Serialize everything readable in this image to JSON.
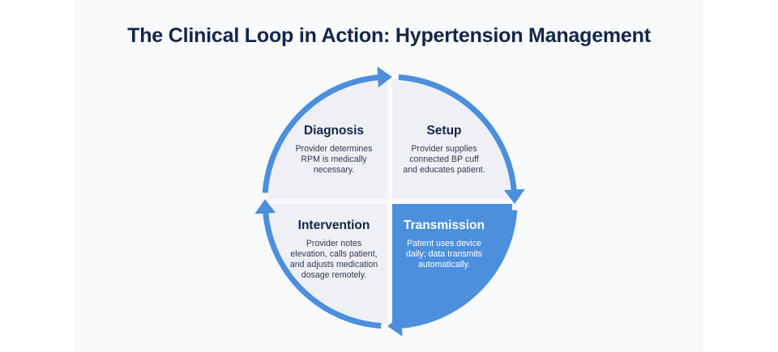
{
  "title": "The Clinical Loop in Action: Hypertension Management",
  "colors": {
    "background": "#ffffff",
    "card": "#f9fafb",
    "quadrant": "#eef0f5",
    "accent": "#4b8fdd",
    "title": "#14254a",
    "body_text": "#2d3a52"
  },
  "quadrants": [
    {
      "id": "diagnosis",
      "heading": "Diagnosis",
      "lines": [
        "Provider determines",
        "RPM is medically",
        "necessary."
      ],
      "highlighted": false
    },
    {
      "id": "setup",
      "heading": "Setup",
      "lines": [
        "Provider supplies",
        "connected BP cuff",
        "and educates patient."
      ],
      "highlighted": false
    },
    {
      "id": "intervention",
      "heading": "Intervention",
      "lines": [
        "Provider notes",
        "elevation, calls patient,",
        "and adjusts medication",
        "dosage remotely."
      ],
      "highlighted": false
    },
    {
      "id": "transmission",
      "heading": "Transmission",
      "lines": [
        "Patient uses device",
        "daily; data transmits",
        "automatically."
      ],
      "highlighted": true
    }
  ],
  "cycle_arrows": [
    "arrow-top-right",
    "arrow-right-down",
    "arrow-bottom-left",
    "arrow-left-up"
  ]
}
